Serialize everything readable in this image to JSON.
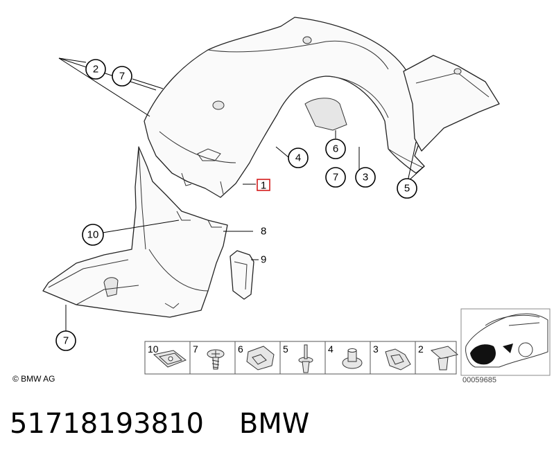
{
  "callouts": {
    "c2": "2",
    "c7_top": "7",
    "c4": "4",
    "c1": "1",
    "c6": "6",
    "c7_mid": "7",
    "c3": "3",
    "c5": "5",
    "c10": "10",
    "c8": "8",
    "c9": "9",
    "c7_bottom": "7"
  },
  "parts_strip": [
    "10",
    "7",
    "6",
    "5",
    "4",
    "3",
    "2"
  ],
  "copyright": "© BMW AG",
  "reference_code": "00059685",
  "caption": {
    "part_number": "51718193810",
    "brand": "BMW"
  },
  "colors": {
    "highlight": "#d41c1c",
    "line": "#000000"
  }
}
